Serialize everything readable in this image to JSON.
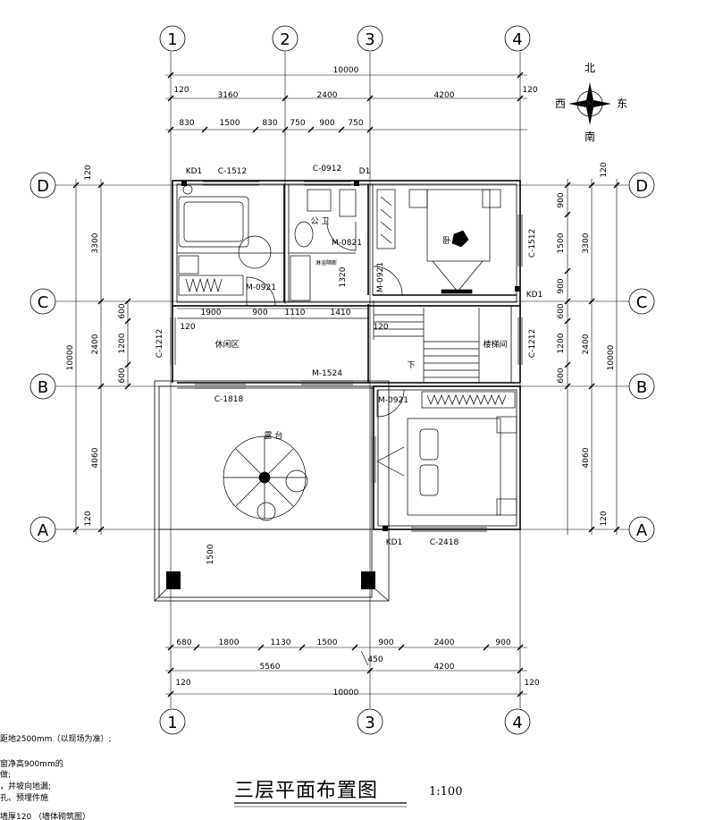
{
  "title": "三层平面布置图",
  "scale": "1:100",
  "compass": {
    "north": "北",
    "south": "南",
    "east": "东",
    "west": "西"
  },
  "axes_vertical": [
    "1",
    "2",
    "3",
    "4"
  ],
  "axes_horizontal": [
    "D",
    "C",
    "B",
    "A"
  ],
  "top_dims": {
    "total": "10000",
    "left_offset": "120",
    "right_offset": "120",
    "row2": [
      "3160",
      "2400",
      "4200"
    ],
    "row3": [
      "830",
      "1500",
      "830",
      "750",
      "900",
      "750"
    ]
  },
  "bottom_dims": {
    "row1": [
      "680",
      "1800",
      "1130",
      "1500",
      "900",
      "2400",
      "900"
    ],
    "row2": [
      "5560",
      "4200"
    ],
    "extra": "450",
    "total": "10000",
    "left_offset": "120",
    "right_offset": "120"
  },
  "left_dims": {
    "outer_total": "10000",
    "mid": [
      "3300",
      "2400",
      "4060"
    ],
    "inner": [
      "600",
      "1200",
      "600"
    ],
    "offsets": [
      "120",
      "120"
    ],
    "window_c1212": "C-1212"
  },
  "right_dims": {
    "outer_total": "10000",
    "mid": [
      "3300",
      "2400",
      "4060"
    ],
    "inner": [
      "900",
      "1500",
      "900",
      "600",
      "1200",
      "600"
    ],
    "offsets": [
      "120",
      "120"
    ]
  },
  "rooms": {
    "public_bath": "公 卫",
    "bedroom1": "卧",
    "leisure": "休闲区",
    "stair": "楼梯间",
    "stair_down": "下",
    "terrace": "露 台",
    "shower": "淋浴隔断"
  },
  "openings": {
    "kd1_a": "KD1",
    "c1512_top": "C-1512",
    "c0912": "C-0912",
    "d1": "D1",
    "m0821": "M-0821",
    "m0921_a": "M-0921",
    "m0921_b": "M-0921",
    "m0921_c": "M-0921",
    "c1512_right": "C-1512",
    "kd1_b": "KD1",
    "c1212_right": "C-1212",
    "m1524": "M-1524",
    "c1818": "C-1818",
    "kd1_c": "KD1",
    "c2418": "C-2418"
  },
  "interior_dims": {
    "row_c": [
      "1900",
      "900",
      "1110",
      "1410"
    ],
    "v1320": "1320",
    "v1500": "1500",
    "i120a": "120",
    "i120b": "120"
  },
  "notes": [
    "距地2500mm（以现场为准）;",
    "窗净高900mm的",
    "做;",
    "，并坡向地漏;",
    "孔、预埋件施",
    "墙厚120  （墙体砌筑图）"
  ]
}
